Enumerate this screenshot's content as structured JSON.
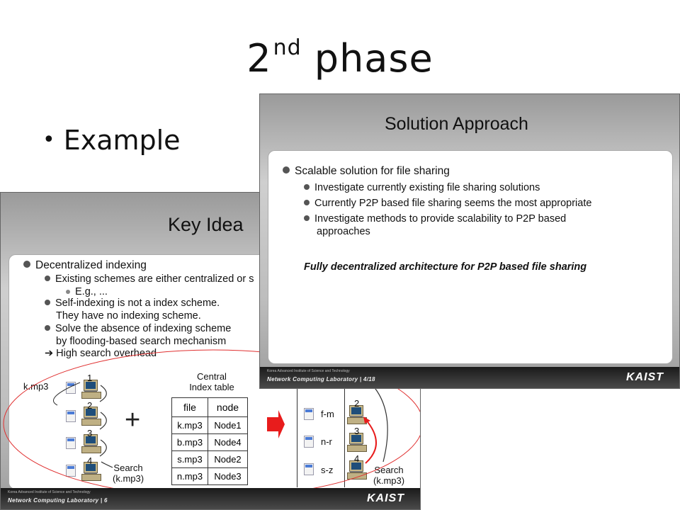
{
  "page": {
    "title_base": "2",
    "title_sup": "nd",
    "title_rest": " phase",
    "bullet": "Example"
  },
  "slide_key": {
    "title": "Key Idea",
    "bullets": [
      "Decentralized indexing",
      "Existing schemes are either centralized or s",
      "E.g., ...",
      "Self-indexing is not a index scheme.",
      "They have no indexing scheme.",
      "Solve the absence of indexing scheme",
      "by flooding-based search mechanism",
      "➔ High search overhead"
    ],
    "diagram": {
      "file_label": "k.mp3",
      "node_numbers": [
        "1",
        "2",
        "3",
        "4"
      ],
      "plus": "+",
      "table_caption_1": "Central",
      "table_caption_2": "Index table",
      "table_headers": [
        "file",
        "node"
      ],
      "table_rows": [
        [
          "k.mp3",
          "Node1"
        ],
        [
          "b.mp3",
          "Node4"
        ],
        [
          "s.mp3",
          "Node2"
        ],
        [
          "n.mp3",
          "Node3"
        ]
      ],
      "search_label_1": "Search",
      "search_label_2": "(k.mp3)",
      "ranges": [
        "f-m",
        "n-r",
        "s-z"
      ],
      "right_numbers": [
        "2",
        "3",
        "4"
      ],
      "right_search_1": "Search",
      "right_search_2": "(k.mp3)"
    },
    "footer": {
      "small": "Korea Advanced Institute of Science and Technology",
      "lab": "Network Computing Laboratory  |  6",
      "logo": "KAIST"
    }
  },
  "slide_solution": {
    "title": "Solution Approach",
    "bullets": [
      "Scalable solution for file sharing",
      "Investigate currently existing file sharing solutions",
      "Currently P2P based file sharing seems the most appropriate",
      "Investigate methods to provide scalability to P2P based",
      "approaches"
    ],
    "emphasis": "Fully decentralized architecture for P2P based file sharing",
    "footer": {
      "small": "Korea Advanced Institute of Science and Technology",
      "lab": "Network Computing Laboratory  |  4/18",
      "logo": "KAIST"
    }
  },
  "colors": {
    "ellipse": "#e03030",
    "arrow": "#e81c1c",
    "footer": "#2a2a2a"
  }
}
